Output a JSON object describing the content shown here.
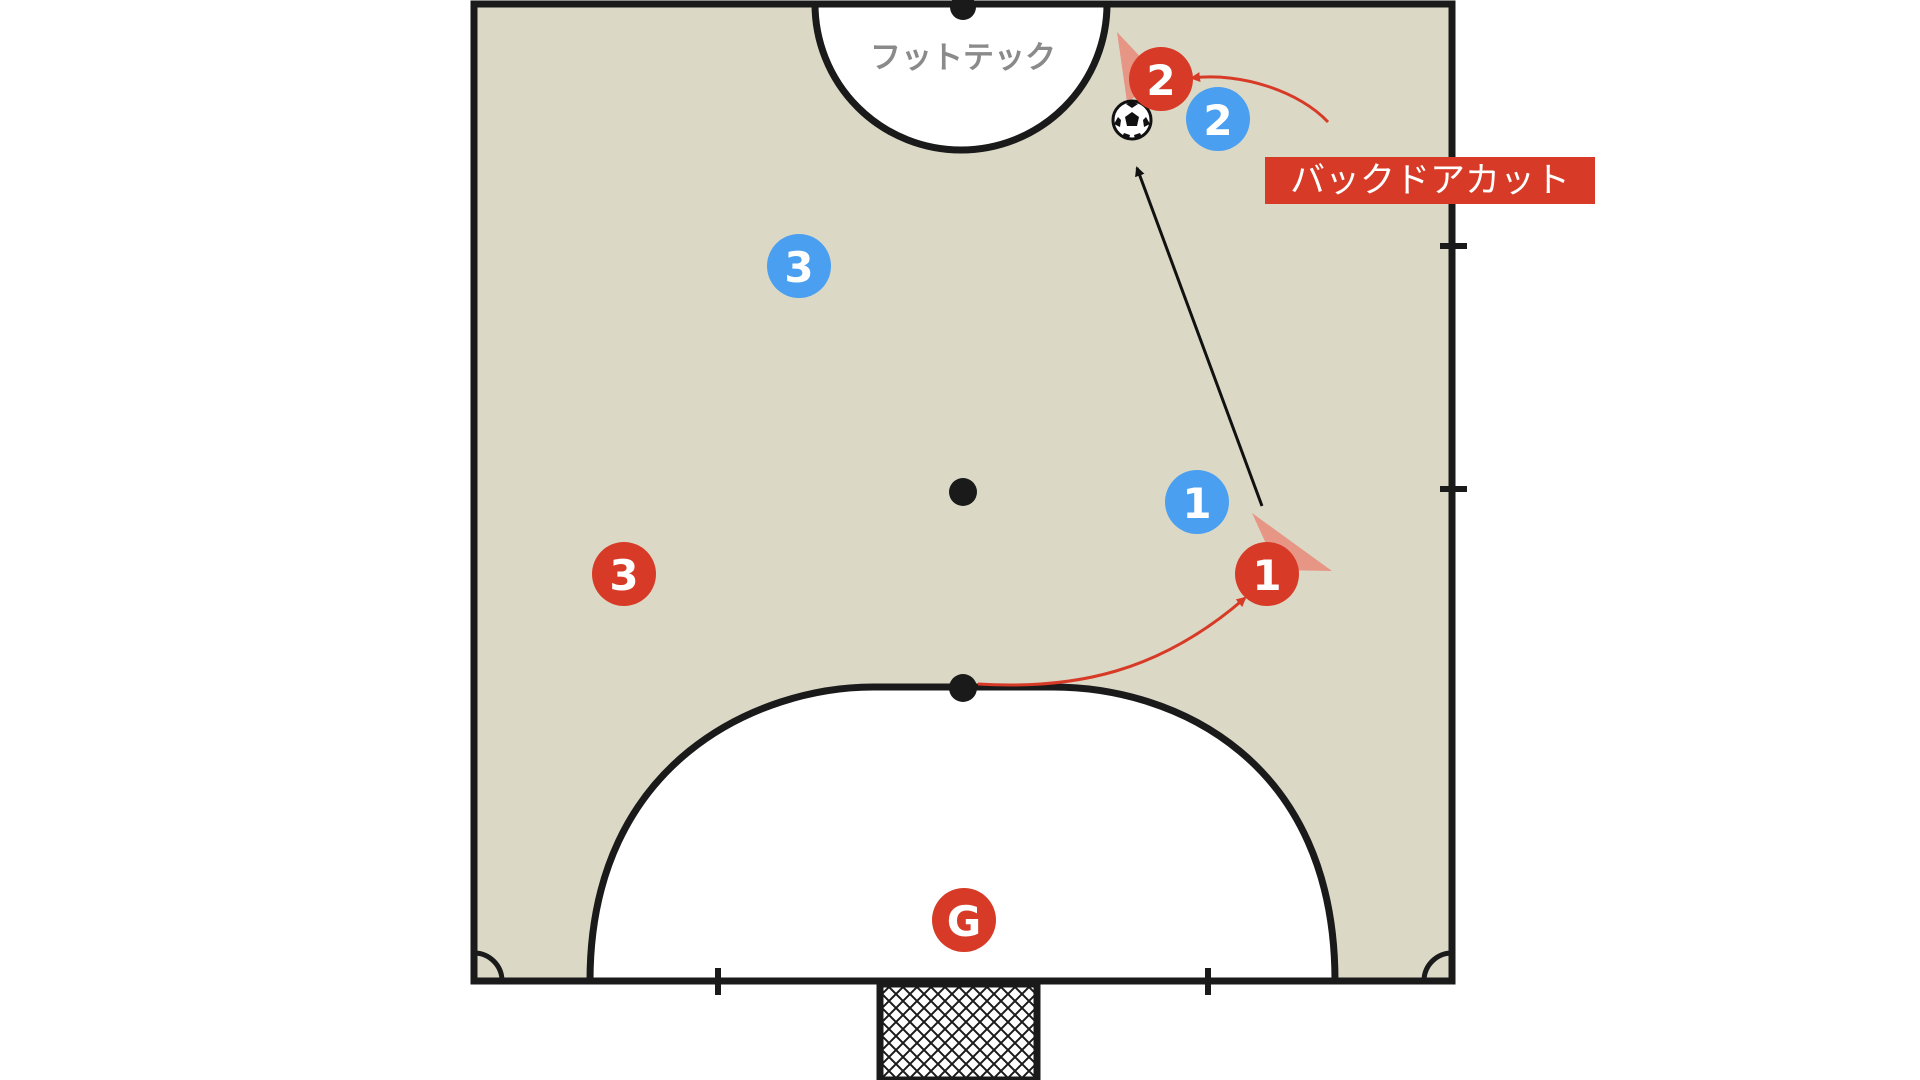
{
  "court_label": "フットテック",
  "annotation": "バックドアカット",
  "colors": {
    "court": "#dbd9c6",
    "line": "#1a1a1a",
    "attacker": "#d73b27",
    "defender": "#4a9ff0",
    "label_bg": "#d73b27",
    "pass": "#111111",
    "run": "#d73b27",
    "goal_area": "#ffffff",
    "court_label_text": "#8a8a8a"
  },
  "players": {
    "attacker_1": "1",
    "attacker_2": "2",
    "attacker_3": "3",
    "goalkeeper": "G",
    "defender_1": "1",
    "defender_2": "2",
    "defender_3": "3"
  },
  "icons": {
    "ball": "soccer-ball-icon",
    "attacker_1_facing": "cone-icon",
    "attacker_2_facing": "cone-icon"
  }
}
